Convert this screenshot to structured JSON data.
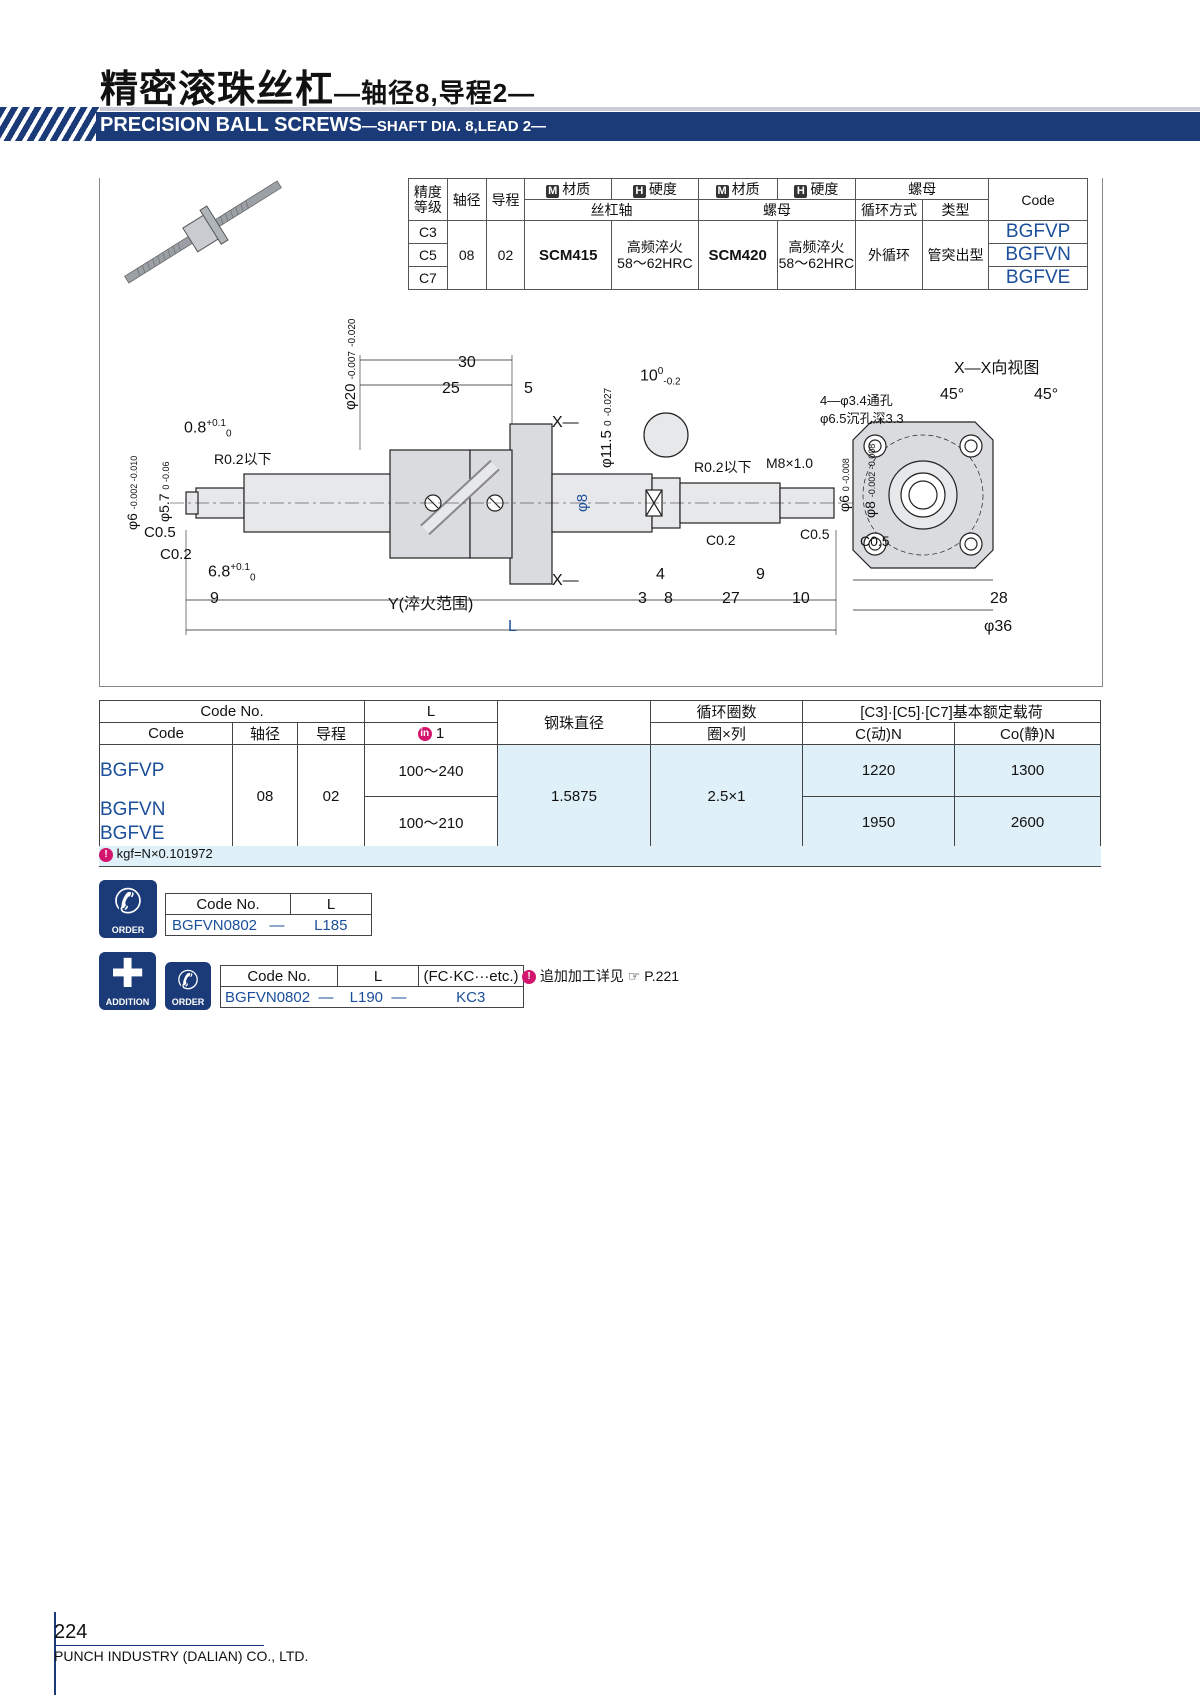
{
  "header": {
    "title_cn": "精密滚珠丝杠",
    "title_cn_sub": "—轴径8,导程2—",
    "title_en": "PRECISION BALL SCREWS",
    "title_en_sub": "—SHAFT DIA. 8,LEAD 2—"
  },
  "spec_table": {
    "h_grade": "精度等级",
    "h_shaft": "轴径",
    "h_lead": "导程",
    "h_material": "材质",
    "h_hardness": "硬度",
    "h_shaft_group": "丝杠轴",
    "h_nut_group": "螺母",
    "h_nut": "螺母",
    "h_circulation": "循环方式",
    "h_type": "类型",
    "h_code": "Code",
    "icon_m": "M",
    "icon_h": "H",
    "grades": [
      "C3",
      "C5",
      "C7"
    ],
    "shaft_dia": "08",
    "lead": "02",
    "shaft_material": "SCM415",
    "shaft_hardness_1": "高频淬火",
    "shaft_hardness_2": "58～62HRC",
    "nut_material": "SCM420",
    "nut_hardness_1": "高频淬火",
    "nut_hardness_2": "58～62HRC",
    "circulation": "外循环",
    "type": "管突出型",
    "codes": [
      "BGFVP",
      "BGFVN",
      "BGFVE"
    ]
  },
  "drawing": {
    "view_title": "X—X向视图",
    "d30": "30",
    "d25": "25",
    "d5": "5",
    "d10": "10",
    "d10_tol_top": "0",
    "d10_tol_bot": "-0.2",
    "d08": "0.8",
    "d08_tol_top": "+0.1",
    "d08_tol_bot": "0",
    "phi20": "φ20",
    "phi20_tol_top": "-0.007",
    "phi20_tol_bot": "-0.020",
    "phi115": "φ11.5",
    "phi115_tol_top": "0",
    "phi115_tol_bot": "-0.027",
    "r02a": "R0.2以下",
    "r02b": "R0.2以下",
    "m8": "M8×1.0",
    "phi6_left": "φ6",
    "phi6_left_tol": "-0.002 -0.010",
    "phi57": "φ5.7",
    "phi57_tol": "0 -0.06",
    "phi8_center": "φ8",
    "phi6_right": "φ6",
    "phi6_right_tol": "0 -0.008",
    "phi8_right": "φ8",
    "phi8_right_tol": "-0.002 -0.008",
    "c05a": "C0.5",
    "c02a": "C0.2",
    "c02b": "C0.2",
    "c05b": "C0.5",
    "c05c": "C0.5",
    "d68": "6.8",
    "d68_tol_top": "+0.1",
    "d68_tol_bot": "0",
    "x_top": "X—",
    "x_bot": "X—",
    "d9a": "9",
    "y_range": "Y(淬火范围)",
    "d3": "3",
    "d8": "8",
    "d27": "27",
    "d10b": "10",
    "d4": "4",
    "d9b": "9",
    "dL": "L",
    "angle_a": "45°",
    "angle_b": "45°",
    "hole_1": "4—φ3.4通孔",
    "hole_2": "φ6.5沉孔深3.3",
    "d28": "28",
    "phi36": "φ36"
  },
  "main_table": {
    "h_codeno": "Code No.",
    "h_code": "Code",
    "h_shaft": "轴径",
    "h_lead": "导程",
    "h_L": "L",
    "h_L_unit": "1",
    "h_ball": "钢珠直径",
    "h_turns": "循环圈数",
    "h_turns_sub": "圈×列",
    "h_load": "[C3]·[C5]·[C7]基本额定载荷",
    "h_c": "C(动)N",
    "h_co": "Co(静)N",
    "codes_a": "BGFVP",
    "codes_b1": "BGFVN",
    "codes_b2": "BGFVE",
    "shaft": "08",
    "lead": "02",
    "L_a": "100～240",
    "L_b": "100～210",
    "ball": "1.5875",
    "turns": "2.5×1",
    "c_a": "1220",
    "co_a": "1300",
    "c_b": "1950",
    "co_b": "2600",
    "note": "kgf=N×0.101972"
  },
  "order": {
    "icon_order": "ORDER",
    "icon_addition": "ADDITION",
    "h_codeno": "Code No.",
    "h_L": "L",
    "code": "BGFVN0802",
    "dash": "—",
    "L": "L185"
  },
  "addition": {
    "h_codeno": "Code No.",
    "h_L": "L",
    "h_extra": "(FC·KC···etc.)",
    "code": "BGFVN0802",
    "dash1": "—",
    "L": "L190",
    "dash2": "—",
    "extra": "KC3",
    "note": "追加加工详见",
    "note_page": "P.221"
  },
  "footer": {
    "page": "224",
    "company": "PUNCH INDUSTRY (DALIAN) CO., LTD."
  }
}
